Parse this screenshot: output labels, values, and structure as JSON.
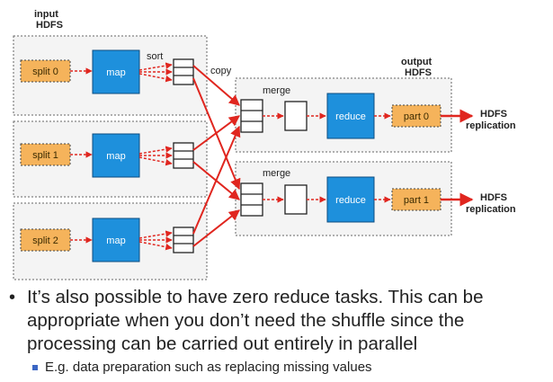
{
  "diagram": {
    "input_label_1": "input",
    "input_label_2": "HDFS",
    "output_label_1": "output",
    "output_label_2": "HDFS",
    "sort_label": "sort",
    "copy_label": "copy",
    "merge_label": "merge",
    "map_label": "map",
    "reduce_label": "reduce",
    "splits": [
      "split 0",
      "split 1",
      "split 2"
    ],
    "parts": [
      "part 0",
      "part 1"
    ],
    "hdfs_replication_1": "HDFS",
    "hdfs_replication_2": "replication",
    "colors": {
      "map_box": "#1e90dc",
      "split_box": "#f5b35b",
      "arrow": "#e0261f",
      "dashed_border": "#555555"
    }
  },
  "notes": {
    "bullet": "It’s also possible to have zero reduce tasks. This can be appropriate when you don’t need the shuffle since the processing can be carried out entirely in parallel",
    "sub_bullet": "E.g. data preparation such as replacing missing values"
  }
}
